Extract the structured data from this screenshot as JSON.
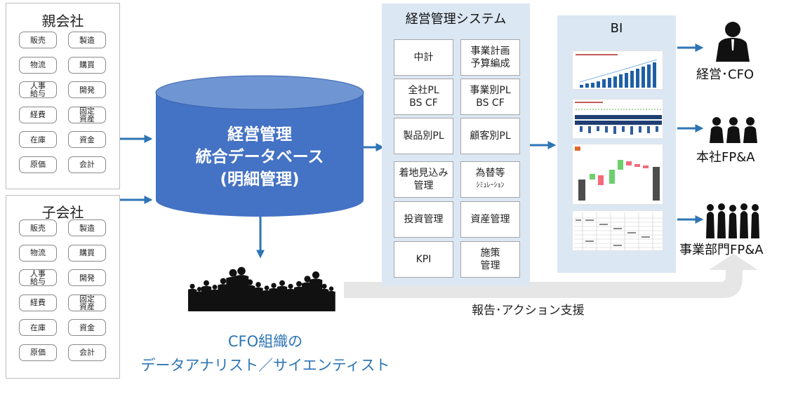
{
  "parent_company": {
    "title": "親会社",
    "systems": [
      {
        "label": "販売"
      },
      {
        "label": "製造"
      },
      {
        "label": "物流"
      },
      {
        "label": "購買"
      },
      {
        "label": "人事\n給与"
      },
      {
        "label": "開発"
      },
      {
        "label": "経費"
      },
      {
        "label": "固定\n資産"
      },
      {
        "label": "在庫"
      },
      {
        "label": "資金"
      },
      {
        "label": "原価"
      },
      {
        "label": "会計"
      }
    ]
  },
  "subsidiary": {
    "title": "子会社",
    "systems": [
      {
        "label": "販売"
      },
      {
        "label": "製造"
      },
      {
        "label": "物流"
      },
      {
        "label": "購買"
      },
      {
        "label": "人事\n給与"
      },
      {
        "label": "開発"
      },
      {
        "label": "経費"
      },
      {
        "label": "固定\n資産"
      },
      {
        "label": "在庫"
      },
      {
        "label": "資金"
      },
      {
        "label": "原価"
      },
      {
        "label": "会計"
      }
    ]
  },
  "database": {
    "line1": "経営管理",
    "line2": "統合データベース",
    "line3": "(明細管理)"
  },
  "management_system": {
    "title": "経営管理システム",
    "modules": [
      {
        "label": "中計"
      },
      {
        "label": "事業計画\n予算編成"
      },
      {
        "label": "全社PL\nBS CF"
      },
      {
        "label": "事業別PL\nBS CF"
      },
      {
        "label": "製品別PL"
      },
      {
        "label": "顧客別PL"
      },
      {
        "label": "着地見込み\n管理"
      },
      {
        "label": "為替等",
        "sub": "ｼﾐｭﾚｰｼｮﾝ"
      },
      {
        "label": "投資管理"
      },
      {
        "label": "資産管理"
      },
      {
        "label": "KPI"
      },
      {
        "label": "施策\n管理"
      }
    ]
  },
  "bi": {
    "title": "BI"
  },
  "roles": [
    {
      "label": "経営･CFO"
    },
    {
      "label": "本社FP&A"
    },
    {
      "label": "事業部門FP&A"
    }
  ],
  "cfo_org": {
    "line1": "CFO組織の",
    "line2": "データアナリスト／サイエンティスト"
  },
  "feedback_arrow": {
    "label": "報告･アクション支援"
  },
  "colors": {
    "accent": "#2e75b6",
    "cylinder": "#4472c4",
    "panel": "#dbe7f3",
    "feedback_arrow": "#e6e6e6",
    "silhouette": "#111111"
  }
}
